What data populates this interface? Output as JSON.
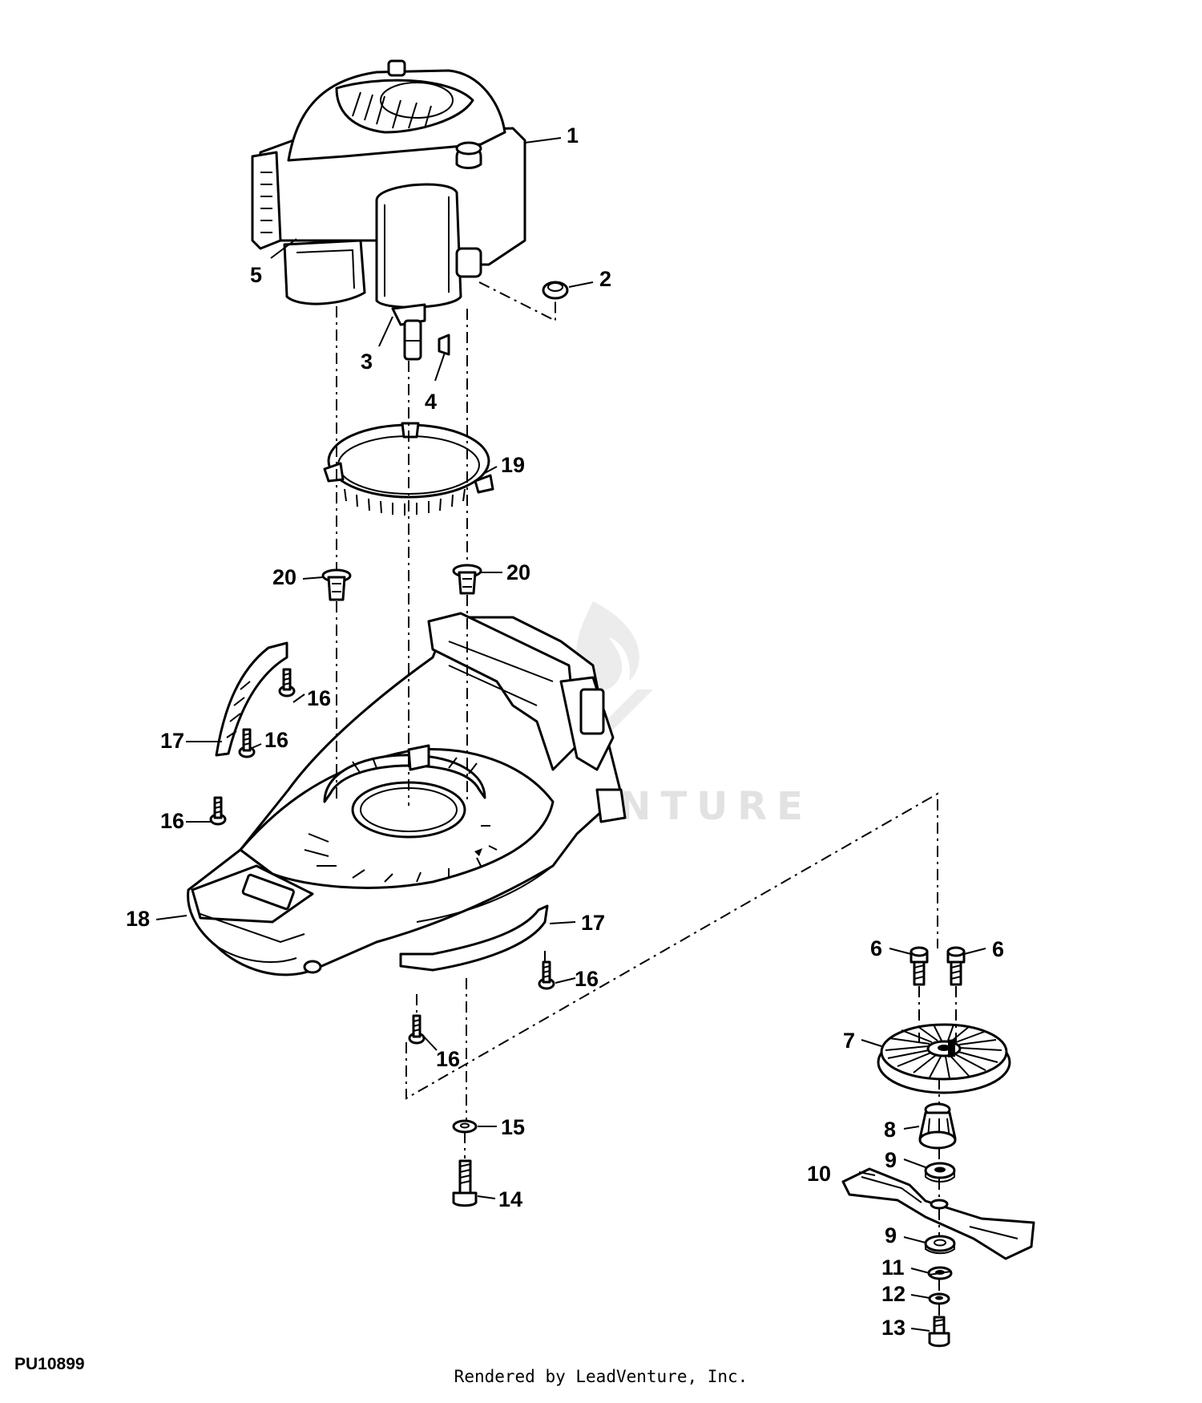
{
  "diagram_id": "PU10899",
  "footer": "Rendered by LeadVenture, Inc.",
  "watermark": "LEADVENTURE",
  "callouts": {
    "c1": "1",
    "c2": "2",
    "c3": "3",
    "c4": "4",
    "c5": "5",
    "c19": "19",
    "c20a": "20",
    "c20b": "20",
    "c16a": "16",
    "c16b": "16",
    "c16c": "16",
    "c16d": "16",
    "c16e": "16",
    "c17a": "17",
    "c17b": "17",
    "c18": "18",
    "c15": "15",
    "c14": "14",
    "c6a": "6",
    "c6b": "6",
    "c7": "7",
    "c8": "8",
    "c9a": "9",
    "c9b": "9",
    "c10": "10",
    "c11": "11",
    "c12": "12",
    "c13": "13"
  }
}
